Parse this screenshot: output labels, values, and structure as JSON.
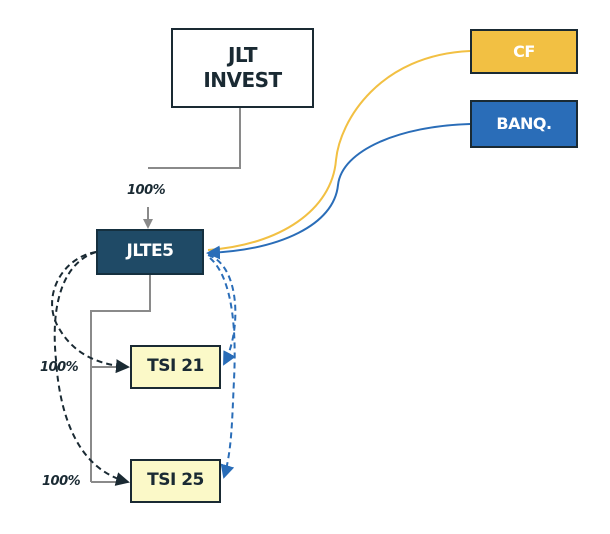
{
  "diagram": {
    "title": "Ownership structure",
    "nodes": {
      "jlt_invest": {
        "label": "JLT\nINVEST",
        "fill": "#ffffff"
      },
      "cf": {
        "label": "CF",
        "fill": "#f2c043"
      },
      "banq": {
        "label": "BANQ.",
        "fill": "#2a6db8"
      },
      "jlte5": {
        "label": "JLTE5",
        "fill": "#1f4a66"
      },
      "tsi21": {
        "label": "TSI 21",
        "fill": "#fbf9c8"
      },
      "tsi25": {
        "label": "TSI 25",
        "fill": "#fbf9c8"
      }
    },
    "ownership_edges": [
      {
        "from": "JLT INVEST",
        "to": "JLTE5",
        "label": "100%"
      },
      {
        "from": "JLTE5",
        "to": "TSI 21",
        "label": "100%"
      },
      {
        "from": "JLTE5",
        "to": "TSI 25",
        "label": "100%"
      }
    ],
    "flow_edges": [
      {
        "from": "CF",
        "to": "JLTE5",
        "style": "solid",
        "color": "#f2c043"
      },
      {
        "from": "BANQ.",
        "to": "JLTE5",
        "style": "solid",
        "color": "#2a6db8"
      },
      {
        "from": "JLTE5",
        "to": "TSI 21",
        "style": "dashed",
        "color": "#1a2a33"
      },
      {
        "from": "JLTE5",
        "to": "TSI 25",
        "style": "dashed",
        "color": "#1a2a33"
      },
      {
        "from": "JLTE5",
        "to": "TSI 21",
        "style": "dashed",
        "color": "#2a6db8"
      },
      {
        "from": "JLTE5",
        "to": "TSI 25",
        "style": "dashed",
        "color": "#2a6db8"
      }
    ],
    "colors": {
      "ownership_line": "#8a8a8a",
      "dark_dashed": "#1a2a33",
      "blue": "#2a6db8",
      "yellow": "#f2c043"
    }
  }
}
